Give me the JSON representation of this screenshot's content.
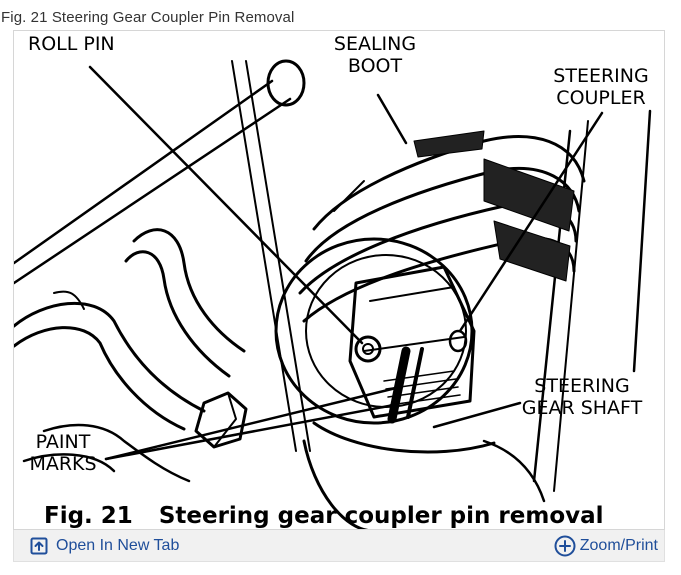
{
  "caption": "Fig. 21 Steering Gear Coupler Pin Removal",
  "diagram": {
    "labels": {
      "roll_pin": "ROLL PIN",
      "sealing_boot_1": "SEALING",
      "sealing_boot_2": "BOOT",
      "steering_coupler_1": "STEERING",
      "steering_coupler_2": "COUPLER",
      "steering_gear_shaft_1": "STEERING",
      "steering_gear_shaft_2": "GEAR SHAFT",
      "paint_marks_1": "PAINT",
      "paint_marks_2": "MARKS"
    },
    "figure_number": "Fig. 21",
    "figure_title": "Steering gear coupler pin removal"
  },
  "toolbar": {
    "open_tab_label": "Open In New Tab",
    "zoom_label": "Zoom/Print",
    "accent_color": "#1f4e9a"
  }
}
